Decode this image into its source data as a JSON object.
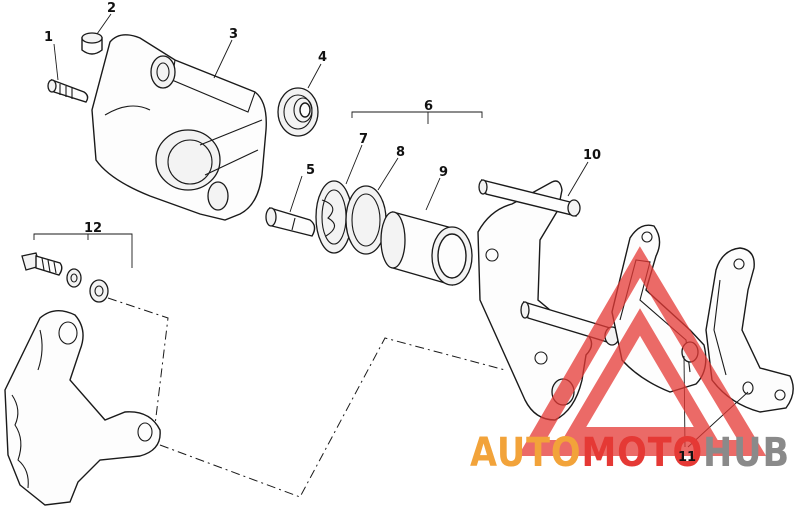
{
  "callouts": {
    "c1": "1",
    "c2": "2",
    "c3": "3",
    "c4": "4",
    "c5": "5",
    "c6": "6",
    "c7": "7",
    "c8": "8",
    "c9": "9",
    "c10": "10",
    "c11": "11",
    "c12": "12"
  },
  "watermark": {
    "part_a": "AUTO",
    "part_b": "MOTO",
    "part_c": "HUB",
    "color_red": "#e53935",
    "color_orange": "#f2a33a",
    "color_gray": "#8a8a8a"
  }
}
